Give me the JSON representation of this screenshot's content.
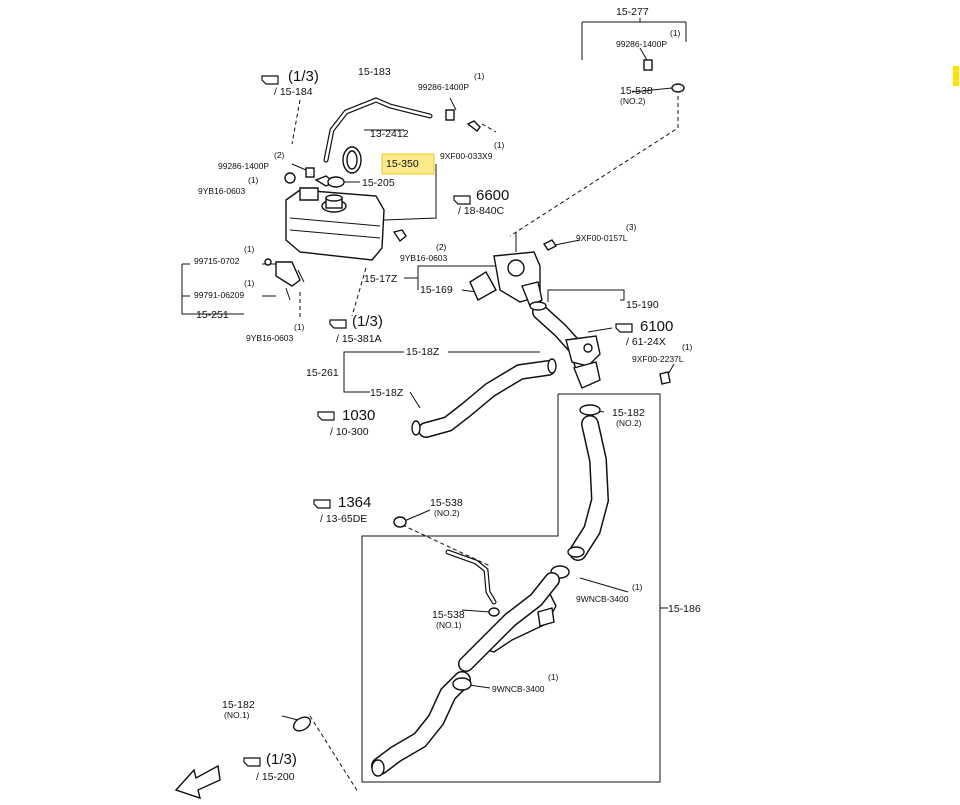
{
  "labels": {
    "l_15_277": "15-277",
    "l_99286_top": "99286-1400P",
    "l_q1_top": "(1)",
    "l_15_538_no2": "15-538",
    "l_no2_a": "(NO.2)",
    "l_15_183": "15-183",
    "l_ref_1_3_a": "(1/3)",
    "l_15_184": "/ 15-184",
    "l_99286_mid": "99286-1400P",
    "l_q1_mid": "(1)",
    "l_13_2412": "13-2412",
    "l_9xf00_033x9": "9XF00-033X9",
    "l_q1_033": "(1)",
    "l_15_350": "15-350",
    "l_99286_left": "99286-1400P",
    "l_q2_left": "(2)",
    "l_9yb_left": "9YB16-0603",
    "l_q1_left": "(1)",
    "l_15_205": "15-205",
    "l_6600": "6600",
    "l_18_840c": "/ 18-840C",
    "l_9xf00_0157l": "9XF00-0157L",
    "l_q3": "(3)",
    "l_9yb_mid": "9YB16-0603",
    "l_q2_mid": "(2)",
    "l_99715": "99715-0702",
    "l_q1_99715": "(1)",
    "l_99791": "99791-06209",
    "l_q1_99791": "(1)",
    "l_15_251": "15-251",
    "l_15_17z": "15-17Z",
    "l_15_169": "15-169",
    "l_15_190": "15-190",
    "l_6100": "6100",
    "l_61_24x": "/ 61-24X",
    "l_9xf00_2237l": "9XF00-2237L",
    "l_q1_2237": "(1)",
    "l_9yb_low": "9YB16-0603",
    "l_q1_low": "(1)",
    "l_ref_1_3_b": "(1/3)",
    "l_15_381a": "/ 15-381A",
    "l_15_18z_a": "15-18Z",
    "l_15_261": "15-261",
    "l_15_18z_b": "15-18Z",
    "l_1030": "1030",
    "l_10_300": "/ 10-300",
    "l_15_182_no2": "15-182",
    "l_no2_b": "(NO.2)",
    "l_1364": "1364",
    "l_13_65de": "/ 13-65DE",
    "l_15_538_b": "15-538",
    "l_no2_c": "(NO.2)",
    "l_9wncb_a": "9WNCB-3400",
    "l_q1_wa": "(1)",
    "l_15_186": "15-186",
    "l_15_538_no1": "15-538",
    "l_no1_a": "(NO.1)",
    "l_9wncb_b": "9WNCB-3400",
    "l_q1_wb": "(1)",
    "l_15_182_no1": "15-182",
    "l_no1_b": "(NO.1)",
    "l_ref_1_3_c": "(1/3)",
    "l_15_200": "/ 15-200"
  },
  "highlight": {
    "part": "15-350",
    "color": "#ffe98a",
    "outline": "#f0c419"
  },
  "accent_marker_color": "#ffe300",
  "icons": [
    "hand-pointer-icon",
    "front-arrow-icon"
  ]
}
